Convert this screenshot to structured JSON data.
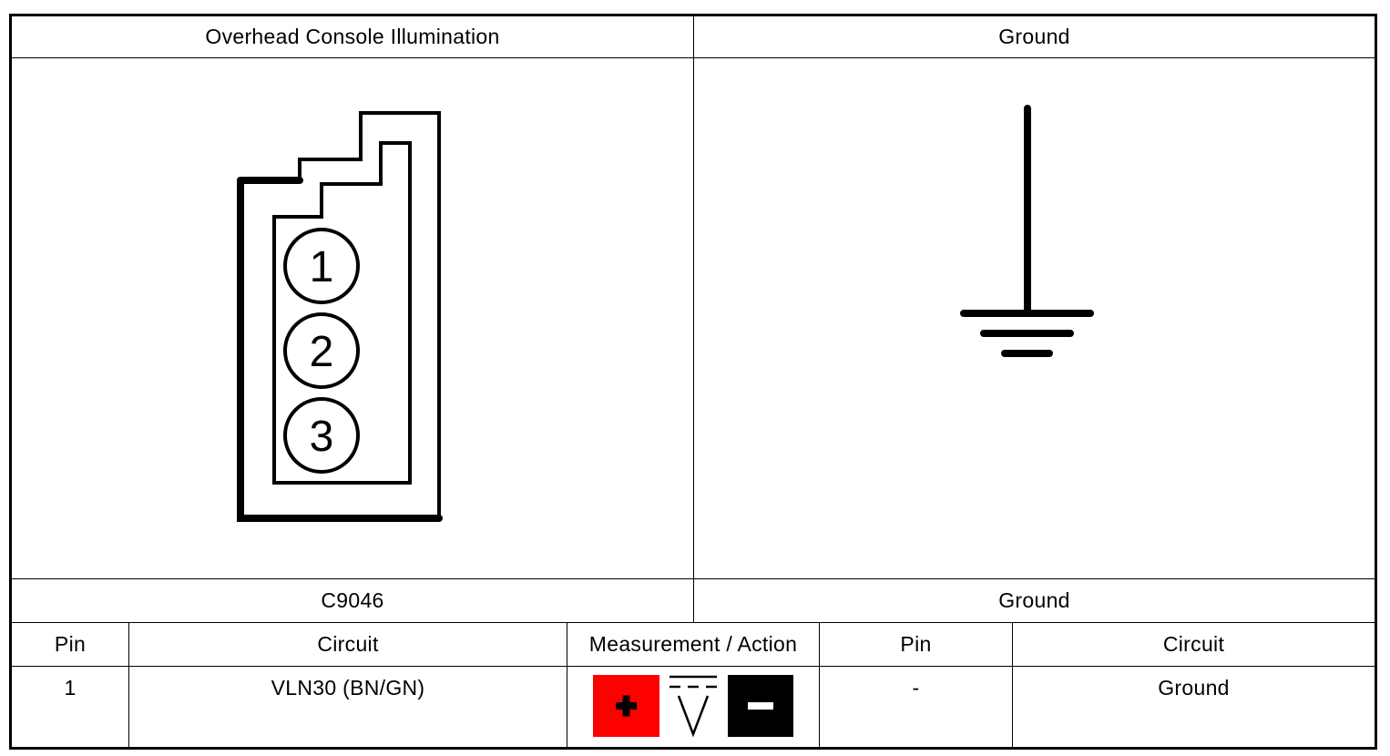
{
  "connectors": [
    {
      "title": "Overhead Console Illumination",
      "id": "C9046",
      "pin_numbers": [
        "1",
        "2",
        "3"
      ]
    },
    {
      "title": "Ground",
      "id": "Ground"
    }
  ],
  "table": {
    "headers": [
      "Pin",
      "Circuit",
      "Measurement / Action",
      "Pin",
      "Circuit"
    ],
    "rows": [
      {
        "pin_a": "1",
        "circuit_a": "VLN30 (BN/GN)",
        "measurement_icons": [
          "positive-probe-icon",
          "dc-voltage-icon",
          "negative-probe-icon"
        ],
        "pin_b": "-",
        "circuit_b": "Ground"
      }
    ]
  },
  "colors": {
    "border": "#000000",
    "positive_probe": "#ff0000",
    "negative_probe": "#000000",
    "background": "#ffffff"
  }
}
